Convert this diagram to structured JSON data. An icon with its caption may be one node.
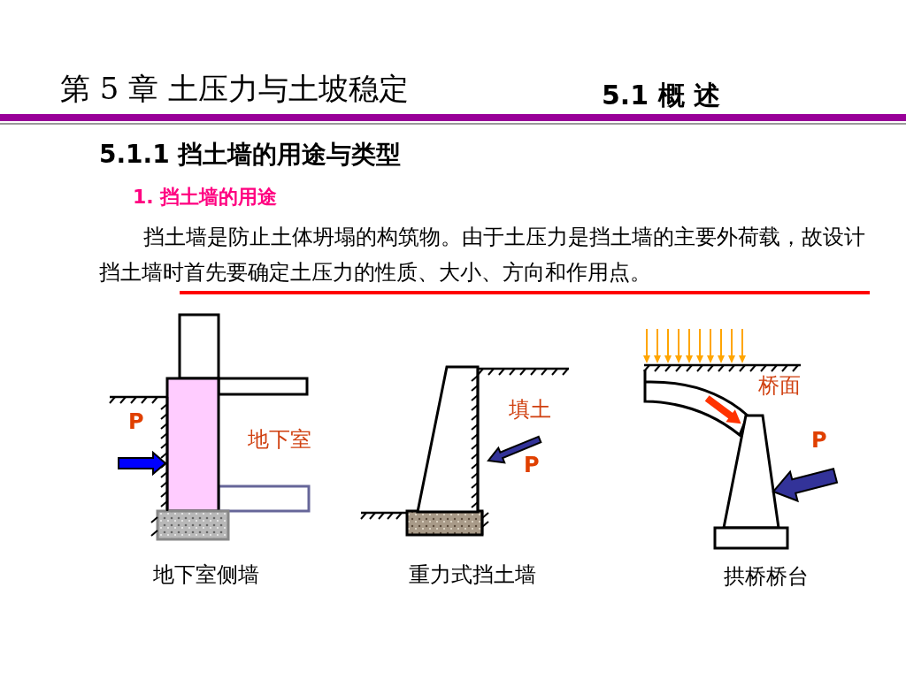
{
  "diagram": {
    "title": "第 5 章 土压力与土坡稳定",
    "labels": [
      "5.1 概 述",
      "5.1.1 挡土墙的用途与类型",
      "1. 挡土墙的用途",
      "挡土墙是防止土体坍塌的构筑物。由于土压力是挡土墙的主要外荷载，故设计挡土墙时首先要确定土压力的性质、大小、方向和作用点。",
      "P",
      "地下室",
      "地下室侧墙",
      "填土",
      "P",
      "重力式挡土墙",
      "桥面",
      "P",
      "拱桥桥台"
    ]
  }
}
